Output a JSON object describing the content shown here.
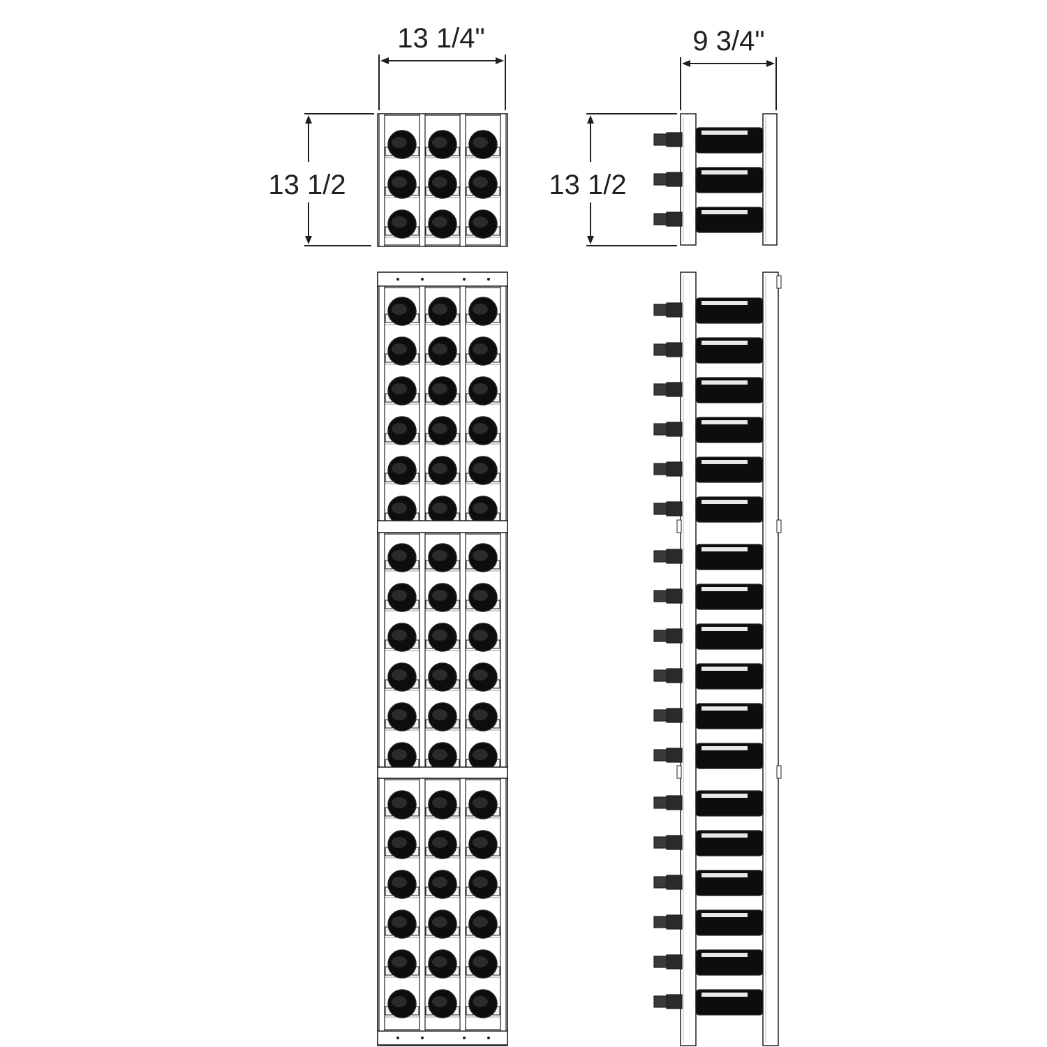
{
  "dimensions": {
    "small_width": "13 1/4\"",
    "small_height_front": "13 1/2",
    "small_height_side": "13 1/2",
    "side_depth": "9 3/4\""
  },
  "rack": {
    "columns": 3,
    "small_rows": 3,
    "tall_sections": 3,
    "rows_per_section": 6,
    "side_small_bottles": 3,
    "side_tall_bottles": 18
  },
  "colors": {
    "line": "#1f1f1f",
    "bottle": "#0d0d0d",
    "frame": "#ffffff",
    "slot": "#bdbdbd"
  }
}
